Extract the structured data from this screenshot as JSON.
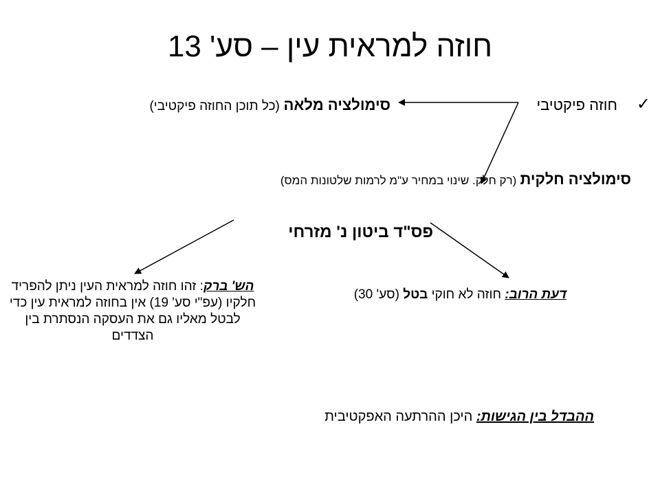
{
  "title": "חוזה למראית עין – סע' 13",
  "bullet": {
    "icon": "checkmark-icon",
    "glyph": "✓",
    "label": "חוזה פיקטיבי"
  },
  "full_simulation": {
    "label": "סימולציה מלאה",
    "note": "(כל תוכן החוזה פיקטיבי)"
  },
  "partial_simulation": {
    "label": "סימולציה חלקית",
    "note": "(רק חלק. שינוי במחיר ע\"מ לרמות שלטונות המס)"
  },
  "case": {
    "name": "פס\"ד ביטון נ' מזרחי"
  },
  "majority": {
    "label": "דעת הרוב:",
    "text_before": " חוזה לא חוקי ",
    "bold_word": "בטל",
    "text_after": " (סע' 30)"
  },
  "barak": {
    "label": "הש' ברק",
    "text": ": זהו חוזה למראית העין ניתן להפריד חלקיו (עפ\"י סע' 19) אין בחוזה למראית עין כדי לבטל מאליו גם את העסקה הנסתרת בין הצדדים"
  },
  "difference": {
    "label": "ההבדל בין הגישות:",
    "text": " היכן ההרתעה האפקטיבית"
  },
  "colors": {
    "text": "#000000",
    "background": "#ffffff",
    "arrows": "#000000"
  }
}
